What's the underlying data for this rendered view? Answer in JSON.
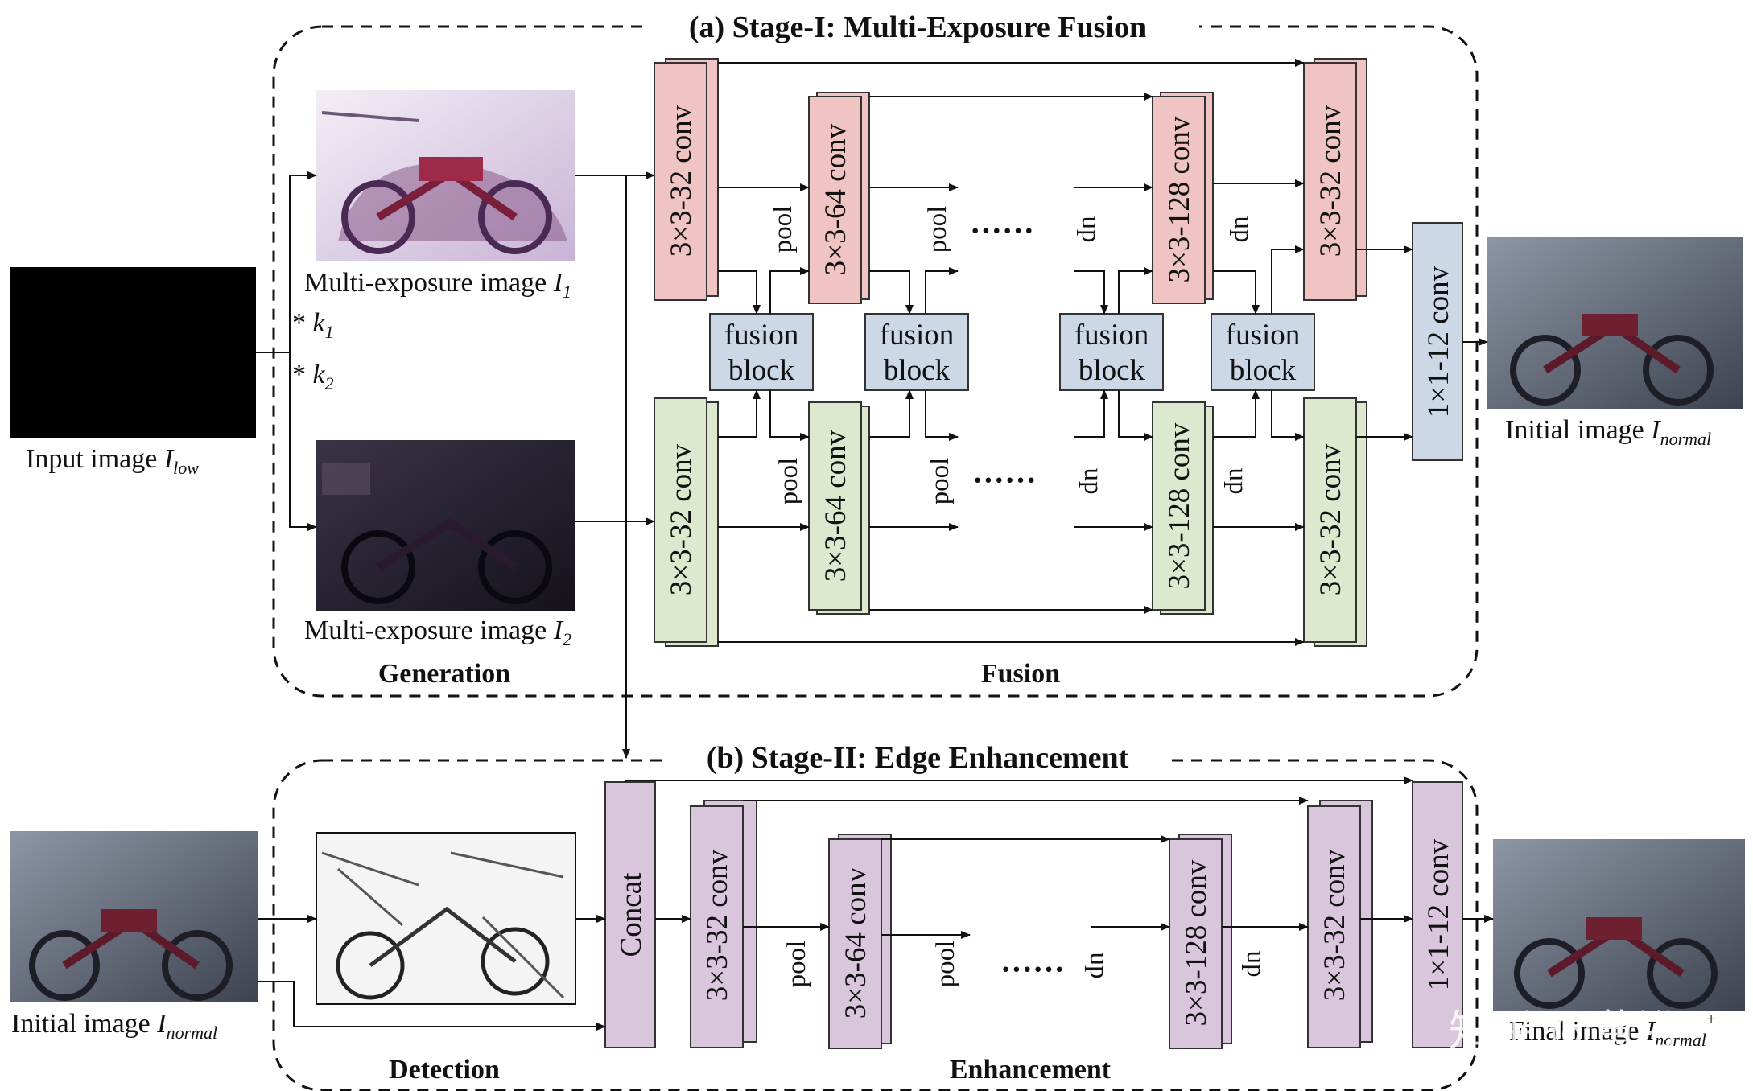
{
  "colors": {
    "conv_red": "#efc4c2",
    "conv_green": "#dde9cf",
    "fusion_block": "#ccd8e6",
    "conv_purple": "#d9c6dc",
    "final_conv": "#ccd8e6",
    "line": "#111111"
  },
  "stage1": {
    "title": "(a) Stage-I: Multi-Exposure Fusion",
    "generation": "Generation",
    "fusion": "Fusion"
  },
  "stage2": {
    "title": "(b) Stage-II: Edge Enhancement",
    "detection": "Detection",
    "enhancement": "Enhancement"
  },
  "images": {
    "input_label": "Input image ",
    "input_sym": "I",
    "input_sub": "low",
    "me1_label": "Multi-exposure image ",
    "me1_sym": "I",
    "me1_sub": "1",
    "me2_label": "Multi-exposure image ",
    "me2_sym": "I",
    "me2_sub": "2",
    "k1_star": "* ",
    "k1_sym": "k",
    "k1_sub": "1",
    "k2_star": "* ",
    "k2_sym": "k",
    "k2_sub": "2",
    "initial_out_label": "Initial image ",
    "initial_out_sym": "I",
    "initial_out_sub": "normal",
    "initial_in_label": "Initial image ",
    "initial_in_sym": "I",
    "initial_in_sub": "normal",
    "final_label": "Final image ",
    "final_sym": "I",
    "final_sub": "normal",
    "final_sup": "+"
  },
  "blocks": {
    "conv32": "3×3-32 conv",
    "conv64": "3×3-64 conv",
    "conv128": "3×3-128 conv",
    "conv1x1": "1×1-12 conv",
    "concat": "Concat",
    "fusion_l1": "fusion",
    "fusion_l2": "block",
    "pool": "pool",
    "up": "up",
    "ellipsis": "······"
  },
  "watermark": "知乎 @黄浴"
}
